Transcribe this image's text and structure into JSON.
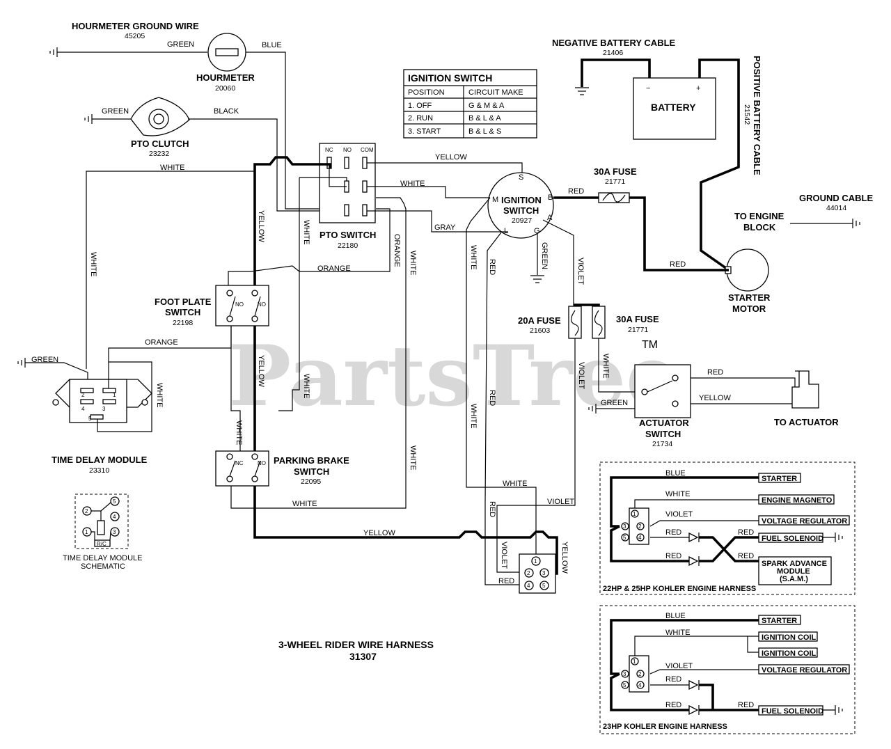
{
  "title": {
    "line1": "3-WHEEL RIDER WIRE HARNESS",
    "line2": "31307"
  },
  "watermark": {
    "text": "PartsTree",
    "tm": "TM"
  },
  "components": {
    "hourmeter_ground_wire": {
      "label": "HOURMETER GROUND WIRE",
      "part": "45205"
    },
    "hourmeter": {
      "label": "HOURMETER",
      "part": "20060"
    },
    "pto_clutch": {
      "label": "PTO CLUTCH",
      "part": "23232"
    },
    "pto_switch": {
      "label": "PTO SWITCH",
      "part": "22180",
      "pins": [
        "NC",
        "NO",
        "COM"
      ]
    },
    "foot_plate_switch": {
      "label1": "FOOT PLATE",
      "label2": "SWITCH",
      "part": "22198",
      "pins": [
        "NO",
        "NO"
      ]
    },
    "parking_brake_switch": {
      "label1": "PARKING BRAKE",
      "label2": "SWITCH",
      "part": "22095",
      "pins": [
        "NC",
        "NO"
      ]
    },
    "time_delay_module": {
      "label": "TIME DELAY MODULE",
      "part": "23310",
      "pins": [
        "2",
        "1",
        "4",
        "3",
        "5"
      ]
    },
    "time_delay_schematic": {
      "label1": "TIME DELAY MODULE",
      "label2": "SCHEMATIC",
      "pins": [
        "2",
        "4",
        "1",
        "3",
        "5"
      ],
      "rc": "R/C"
    },
    "ignition_switch": {
      "label1": "IGNITION",
      "label2": "SWITCH",
      "part": "20927",
      "terminals": [
        "S",
        "M",
        "B",
        "L",
        "G",
        "A"
      ]
    },
    "negative_battery_cable": {
      "label": "NEGATIVE BATTERY CABLE",
      "part": "21406"
    },
    "battery": {
      "label": "BATTERY",
      "neg": "−",
      "pos": "+"
    },
    "positive_battery_cable": {
      "label": "POSITIVE BATTERY CABLE",
      "part": "21542"
    },
    "fuse_30a_top": {
      "label": "30A FUSE",
      "part": "21771"
    },
    "fuse_20a": {
      "label": "20A FUSE",
      "part": "21603"
    },
    "fuse_30a_mid": {
      "label": "30A FUSE",
      "part": "21771"
    },
    "ground_cable": {
      "label": "GROUND CABLE",
      "part": "44014"
    },
    "to_engine_block": {
      "label1": "TO ENGINE",
      "label2": "BLOCK"
    },
    "starter_motor": {
      "label1": "STARTER",
      "label2": "MOTOR"
    },
    "actuator_switch": {
      "label1": "ACTUATOR",
      "label2": "SWITCH",
      "part": "21734"
    },
    "to_actuator": {
      "label": "TO ACTUATOR"
    },
    "engine_connector": {
      "pins": [
        "1",
        "2",
        "3",
        "4",
        "5"
      ]
    }
  },
  "ignition_table": {
    "title": "IGNITION SWITCH",
    "headers": [
      "POSITION",
      "CIRCUIT MAKE"
    ],
    "rows": [
      [
        "1. OFF",
        "G & M & A"
      ],
      [
        "2. RUN",
        "B & L & A"
      ],
      [
        "3. START",
        "B & L & S"
      ]
    ]
  },
  "wire_labels": {
    "green": "GREEN",
    "blue": "BLUE",
    "black": "BLACK",
    "white": "WHITE",
    "yellow": "YELLOW",
    "orange": "ORANGE",
    "gray": "GRAY",
    "red": "RED",
    "violet": "VIOLET"
  },
  "harness_22_25": {
    "caption": "22HP & 25HP KOHLER ENGINE HARNESS",
    "pins": [
      "1",
      "3",
      "2",
      "5",
      "4"
    ],
    "targets": [
      "STARTER",
      "ENGINE MAGNETO",
      "VOLTAGE REGULATOR",
      "FUEL SOLENOID"
    ],
    "sam": [
      "SPARK ADVANCE",
      "MODULE",
      "(S.A.M.)"
    ]
  },
  "harness_23": {
    "caption": "23HP KOHLER ENGINE HARNESS",
    "pins": [
      "1",
      "3",
      "2",
      "5",
      "4"
    ],
    "targets": [
      "STARTER",
      "IGNITION COIL",
      "IGNITION COIL",
      "VOLTAGE REGULATOR",
      "FUEL SOLENOID"
    ]
  }
}
